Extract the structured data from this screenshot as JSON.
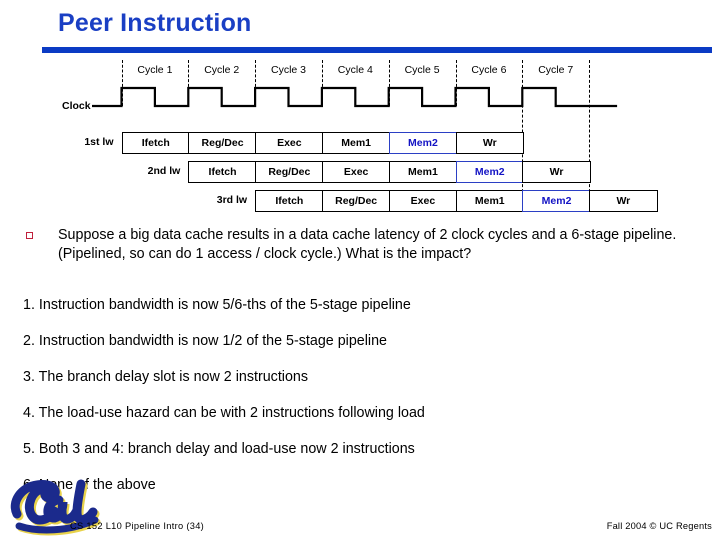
{
  "slide": {
    "title": "Peer Instruction",
    "accent_color": "#0B3BC4",
    "title_color": "#1A3FC4",
    "highlight_color": "#1313C4",
    "bullet_color": "#C0203C"
  },
  "diagram": {
    "clock_label": "Clock",
    "cycles": [
      "Cycle 1",
      "Cycle 2",
      "Cycle 3",
      "Cycle 4",
      "Cycle 5",
      "Cycle 6",
      "Cycle 7"
    ],
    "rows": [
      {
        "label": "1st lw",
        "stages": [
          {
            "name": "Ifetch",
            "highlight": false
          },
          {
            "name": "Reg/Dec",
            "highlight": false
          },
          {
            "name": "Exec",
            "highlight": false
          },
          {
            "name": "Mem1",
            "highlight": false
          },
          {
            "name": "Mem2",
            "highlight": true
          },
          {
            "name": "Wr",
            "highlight": false
          }
        ]
      },
      {
        "label": "2nd lw",
        "stages": [
          {
            "name": "Ifetch",
            "highlight": false
          },
          {
            "name": "Reg/Dec",
            "highlight": false
          },
          {
            "name": "Exec",
            "highlight": false
          },
          {
            "name": "Mem1",
            "highlight": false
          },
          {
            "name": "Mem2",
            "highlight": true
          },
          {
            "name": "Wr",
            "highlight": false
          }
        ]
      },
      {
        "label": "3rd lw",
        "stages": [
          {
            "name": "Ifetch",
            "highlight": false
          },
          {
            "name": "Reg/Dec",
            "highlight": false
          },
          {
            "name": "Exec",
            "highlight": false
          },
          {
            "name": "Mem1",
            "highlight": false
          },
          {
            "name": "Mem2",
            "highlight": true
          },
          {
            "name": "Wr",
            "highlight": false
          }
        ]
      }
    ]
  },
  "question": {
    "bullet_glyph": "square-bullet",
    "text": "Suppose a big data cache results in a data cache latency of 2 clock cycles and a 6-stage pipeline. (Pipelined, so can do 1 access / clock cycle.) What is the impact?"
  },
  "answers": [
    "1. Instruction bandwidth is now 5/6-ths of the 5-stage pipeline",
    "2. Instruction bandwidth is now 1/2 of the 5-stage pipeline",
    "3. The branch delay slot is now 2 instructions",
    "4. The load-use hazard can be with 2 instructions following load",
    "5. Both 3 and 4: branch delay and load-use now 2 instructions",
    "6. None of the above"
  ],
  "footer": {
    "logo_text": "Cal",
    "left": "CS 152 L10 Pipeline Intro (34)",
    "right": "Fall 2004 © UC Regents"
  }
}
